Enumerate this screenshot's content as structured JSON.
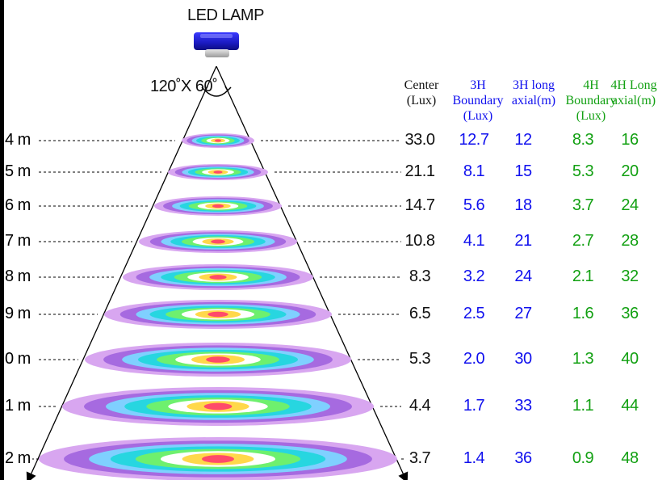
{
  "title": "LED LAMP",
  "beam_angle": "120˚X 60˚",
  "columns": [
    {
      "line1": "Center",
      "line2": "(Lux)",
      "color": "#111111"
    },
    {
      "line1": "3H Boundary",
      "line2": "(Lux)",
      "color": "#1010ee"
    },
    {
      "line1": "3H long",
      "line2": "axial(m)",
      "color": "#1010ee"
    },
    {
      "line1": "4H Boundary",
      "line2": "(Lux)",
      "color": "#12a012"
    },
    {
      "line1": "4H Long",
      "line2": "axial(m)",
      "color": "#12a012"
    }
  ],
  "rows": [
    {
      "height": "4 m",
      "center": "33.0",
      "b3": "12.7",
      "l3": "12",
      "b4": "8.3",
      "l4": "16"
    },
    {
      "height": "5 m",
      "center": "21.1",
      "b3": "8.1",
      "l3": "15",
      "b4": "5.3",
      "l4": "20"
    },
    {
      "height": "6 m",
      "center": "14.7",
      "b3": "5.6",
      "l3": "18",
      "b4": "3.7",
      "l4": "24"
    },
    {
      "height": "7 m",
      "center": "10.8",
      "b3": "4.1",
      "l3": "21",
      "b4": "2.7",
      "l4": "28"
    },
    {
      "height": "8 m",
      "center": "8.3",
      "b3": "3.2",
      "l3": "24",
      "b4": "2.1",
      "l4": "32"
    },
    {
      "height": "9 m",
      "center": "6.5",
      "b3": "2.5",
      "l3": "27",
      "b4": "1.6",
      "l4": "36"
    },
    {
      "height": "0 m",
      "center": "5.3",
      "b3": "2.0",
      "l3": "30",
      "b4": "1.3",
      "l4": "40"
    },
    {
      "height": "1 m",
      "center": "4.4",
      "b3": "1.7",
      "l3": "33",
      "b4": "1.1",
      "l4": "44"
    },
    {
      "height": "2 m",
      "center": "3.7",
      "b3": "1.4",
      "l3": "36",
      "b4": "0.9",
      "l4": "48"
    }
  ]
}
